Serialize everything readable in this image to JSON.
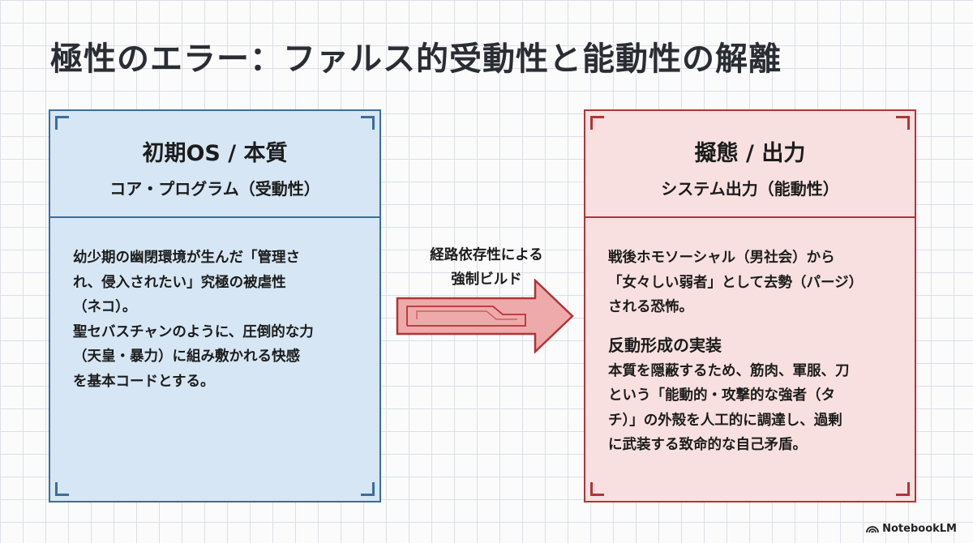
{
  "title": "極性のエラー：ファルス的受動性と能動性の解離",
  "left": {
    "title": "初期OS / 本質",
    "subtitle": "コア・プログラム（受動性）",
    "body": [
      "幼少期の幽閉環境が生んだ「管理さ",
      "れ、侵入されたい」究極の被虐性",
      "（ネコ）。",
      "聖セバスチャンのように、圧倒的な力",
      "（天皇・暴力）に組み敷かれる快感",
      "を基本コードとする。"
    ]
  },
  "arrow": {
    "label_line1": "経路依存性による",
    "label_line2": "強制ビルド"
  },
  "right": {
    "title": "擬態 / 出力",
    "subtitle": "システム出力（能動性）",
    "body": [
      "戦後ホモソーシャル（男社会）から",
      "「女々しい弱者」として去勢（パージ）",
      "される恐怖。"
    ],
    "subhead": "反動形成の実装",
    "body2": [
      "本質を隠蔽するため、筋肉、軍服、刀",
      "という「能動的・攻撃的な強者（タ",
      "チ）」の外殻を人工的に調達し、過剰",
      "に武装する致命的な自己矛盾。"
    ]
  },
  "branding": "NotebookLM",
  "colors": {
    "left_border": "#3a6e9c",
    "left_fill": "#d6e6f4",
    "right_border": "#b23434",
    "right_fill": "#f8e0e0",
    "arrow_fill": "#eeaaaa"
  }
}
